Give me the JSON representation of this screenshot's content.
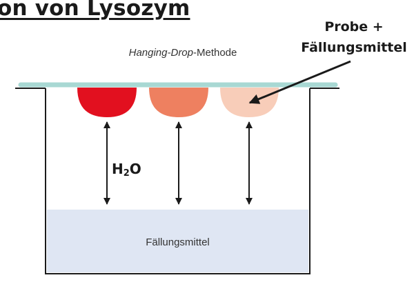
{
  "title": "on von Lysozym",
  "callout": {
    "line1": "Probe +",
    "line2": "Fällungsmittel"
  },
  "method": {
    "italic_part": "Hanging-Drop",
    "suffix": "-Methode"
  },
  "water_label": {
    "main": "H",
    "subscript": "2",
    "tail": "O"
  },
  "reservoir_label": "Fällungsmittel",
  "drops": [
    {
      "color": "#e2101f"
    },
    {
      "color": "#ee8060"
    },
    {
      "color": "#f8cdb9"
    }
  ],
  "colors": {
    "cover_slip": "#a8d8d3",
    "reservoir_liquid": "#dfe6f3",
    "well_outline": "#1a1a1a",
    "arrows": "#1a1a1a"
  }
}
